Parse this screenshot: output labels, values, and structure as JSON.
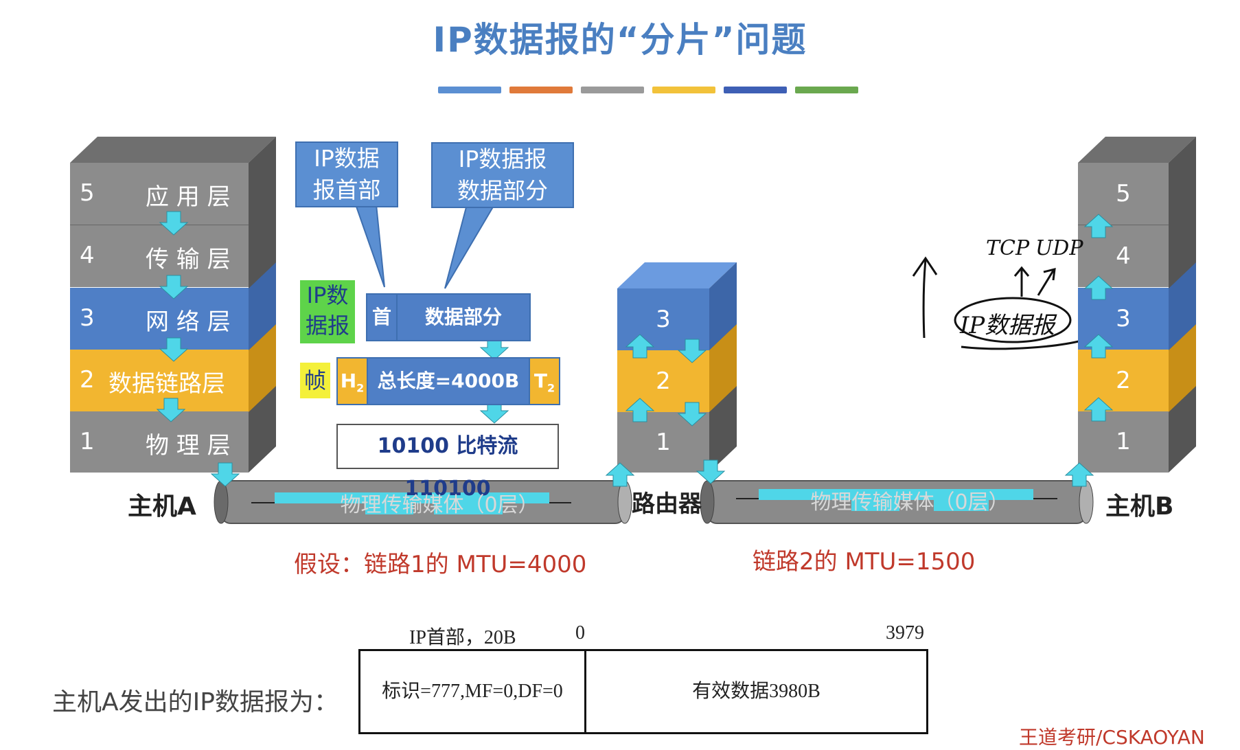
{
  "title": "IP数据报的“分片”问题",
  "colors": {
    "title": "#4a7fc1",
    "bars": [
      "#5b8fd2",
      "#e07a3a",
      "#9a9a9a",
      "#f2c23a",
      "#3e5fb5",
      "#6aa84f"
    ],
    "gray_layer": "#8c8c8c",
    "blue_layer": "#4f7fc6",
    "yellow_layer": "#f2b630",
    "arrow": "#4fd6e8",
    "red_text": "#c0392b"
  },
  "hostA": {
    "label": "主机A",
    "layers": [
      {
        "num": "5",
        "name": "应 用 层"
      },
      {
        "num": "4",
        "name": "传 输 层"
      },
      {
        "num": "3",
        "name": "网 络 层"
      },
      {
        "num": "2",
        "name": "数据链路层"
      },
      {
        "num": "1",
        "name": "物 理 层"
      }
    ]
  },
  "router": {
    "label": "路由器",
    "layers": [
      "3",
      "2",
      "1"
    ]
  },
  "hostB": {
    "label": "主机B",
    "layers": [
      "5",
      "4",
      "3",
      "2",
      "1"
    ]
  },
  "callouts": {
    "header": "IP数据\n报首部",
    "data": "IP数据报\n数据部分"
  },
  "packet": {
    "ip_label": "IP数\n据报",
    "head": "首",
    "data": "数据部分",
    "frame_label": "帧",
    "h2": "H",
    "h2_sub": "2",
    "total": "总长度=4000B",
    "t2": "T",
    "t2_sub": "2",
    "bits": "10100 比特流 110100"
  },
  "media": {
    "text": "物理传输媒体（0层）"
  },
  "notes": {
    "link1": "假设：链路1的 MTU=4000",
    "link2": "链路2的 MTU=1500"
  },
  "handwriting": {
    "tcp": "TCP",
    "udp": "UDP",
    "ip": "IP数据报"
  },
  "table": {
    "prefix": "主机A发出的IP数据报为：",
    "hdr_label": "IP首部，20B",
    "start": "0",
    "end": "3979",
    "left_cell": "标识=777,MF=0,DF=0",
    "right_cell": "有效数据3980B"
  },
  "watermark": "王道考研/CSKAOYAN"
}
